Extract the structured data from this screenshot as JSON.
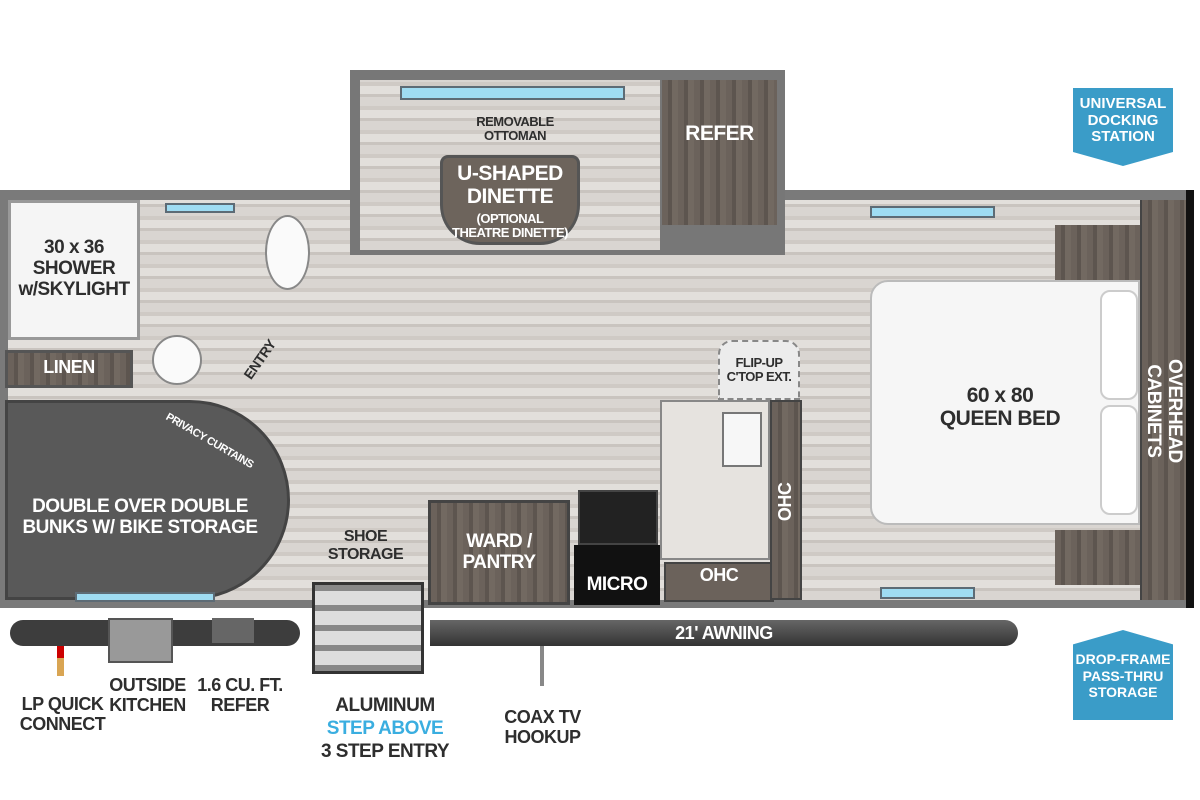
{
  "rooms": {
    "shower": "30 x 36\nSHOWER\nw/SKYLIGHT",
    "linen": "LINEN",
    "entry": "ENTRY",
    "bunks": "DOUBLE OVER DOUBLE\nBUNKS W/ BIKE STORAGE",
    "privacy_curtains": "PRIVACY CURTAINS",
    "shoe_storage": "SHOE\nSTORAGE",
    "ottoman": "REMOVABLE\nOTTOMAN",
    "dinette": "U-SHAPED\nDINETTE",
    "dinette_note": "(OPTIONAL\nTHEATRE DINETTE)",
    "refer": "REFER",
    "ward_pantry": "WARD /\nPANTRY",
    "micro": "MICRO",
    "ohc_horizontal": "OHC",
    "ohc_vertical": "OHC",
    "flip_up": "FLIP-UP\nC'TOP EXT.",
    "bed": "60 x 80\nQUEEN BED",
    "overhead_cabinets": "OVERHEAD CABINETS"
  },
  "exterior": {
    "awning": "21' AWNING",
    "lp": "LP QUICK\nCONNECT",
    "outside_kitchen": "OUTSIDE\nKITCHEN",
    "outside_refer": "1.6 CU. FT.\nREFER",
    "step_line1": "ALUMINUM",
    "step_line2": "STEP ABOVE",
    "step_line3": "3 STEP ENTRY",
    "coax": "COAX TV\nHOOKUP"
  },
  "badges": {
    "docking": "UNIVERSAL\nDOCKING\nSTATION",
    "storage": "DROP-FRAME\nPASS-THRU\nSTORAGE"
  },
  "colors": {
    "accent": "#3a9cc8",
    "wall": "#7a7a7a"
  }
}
